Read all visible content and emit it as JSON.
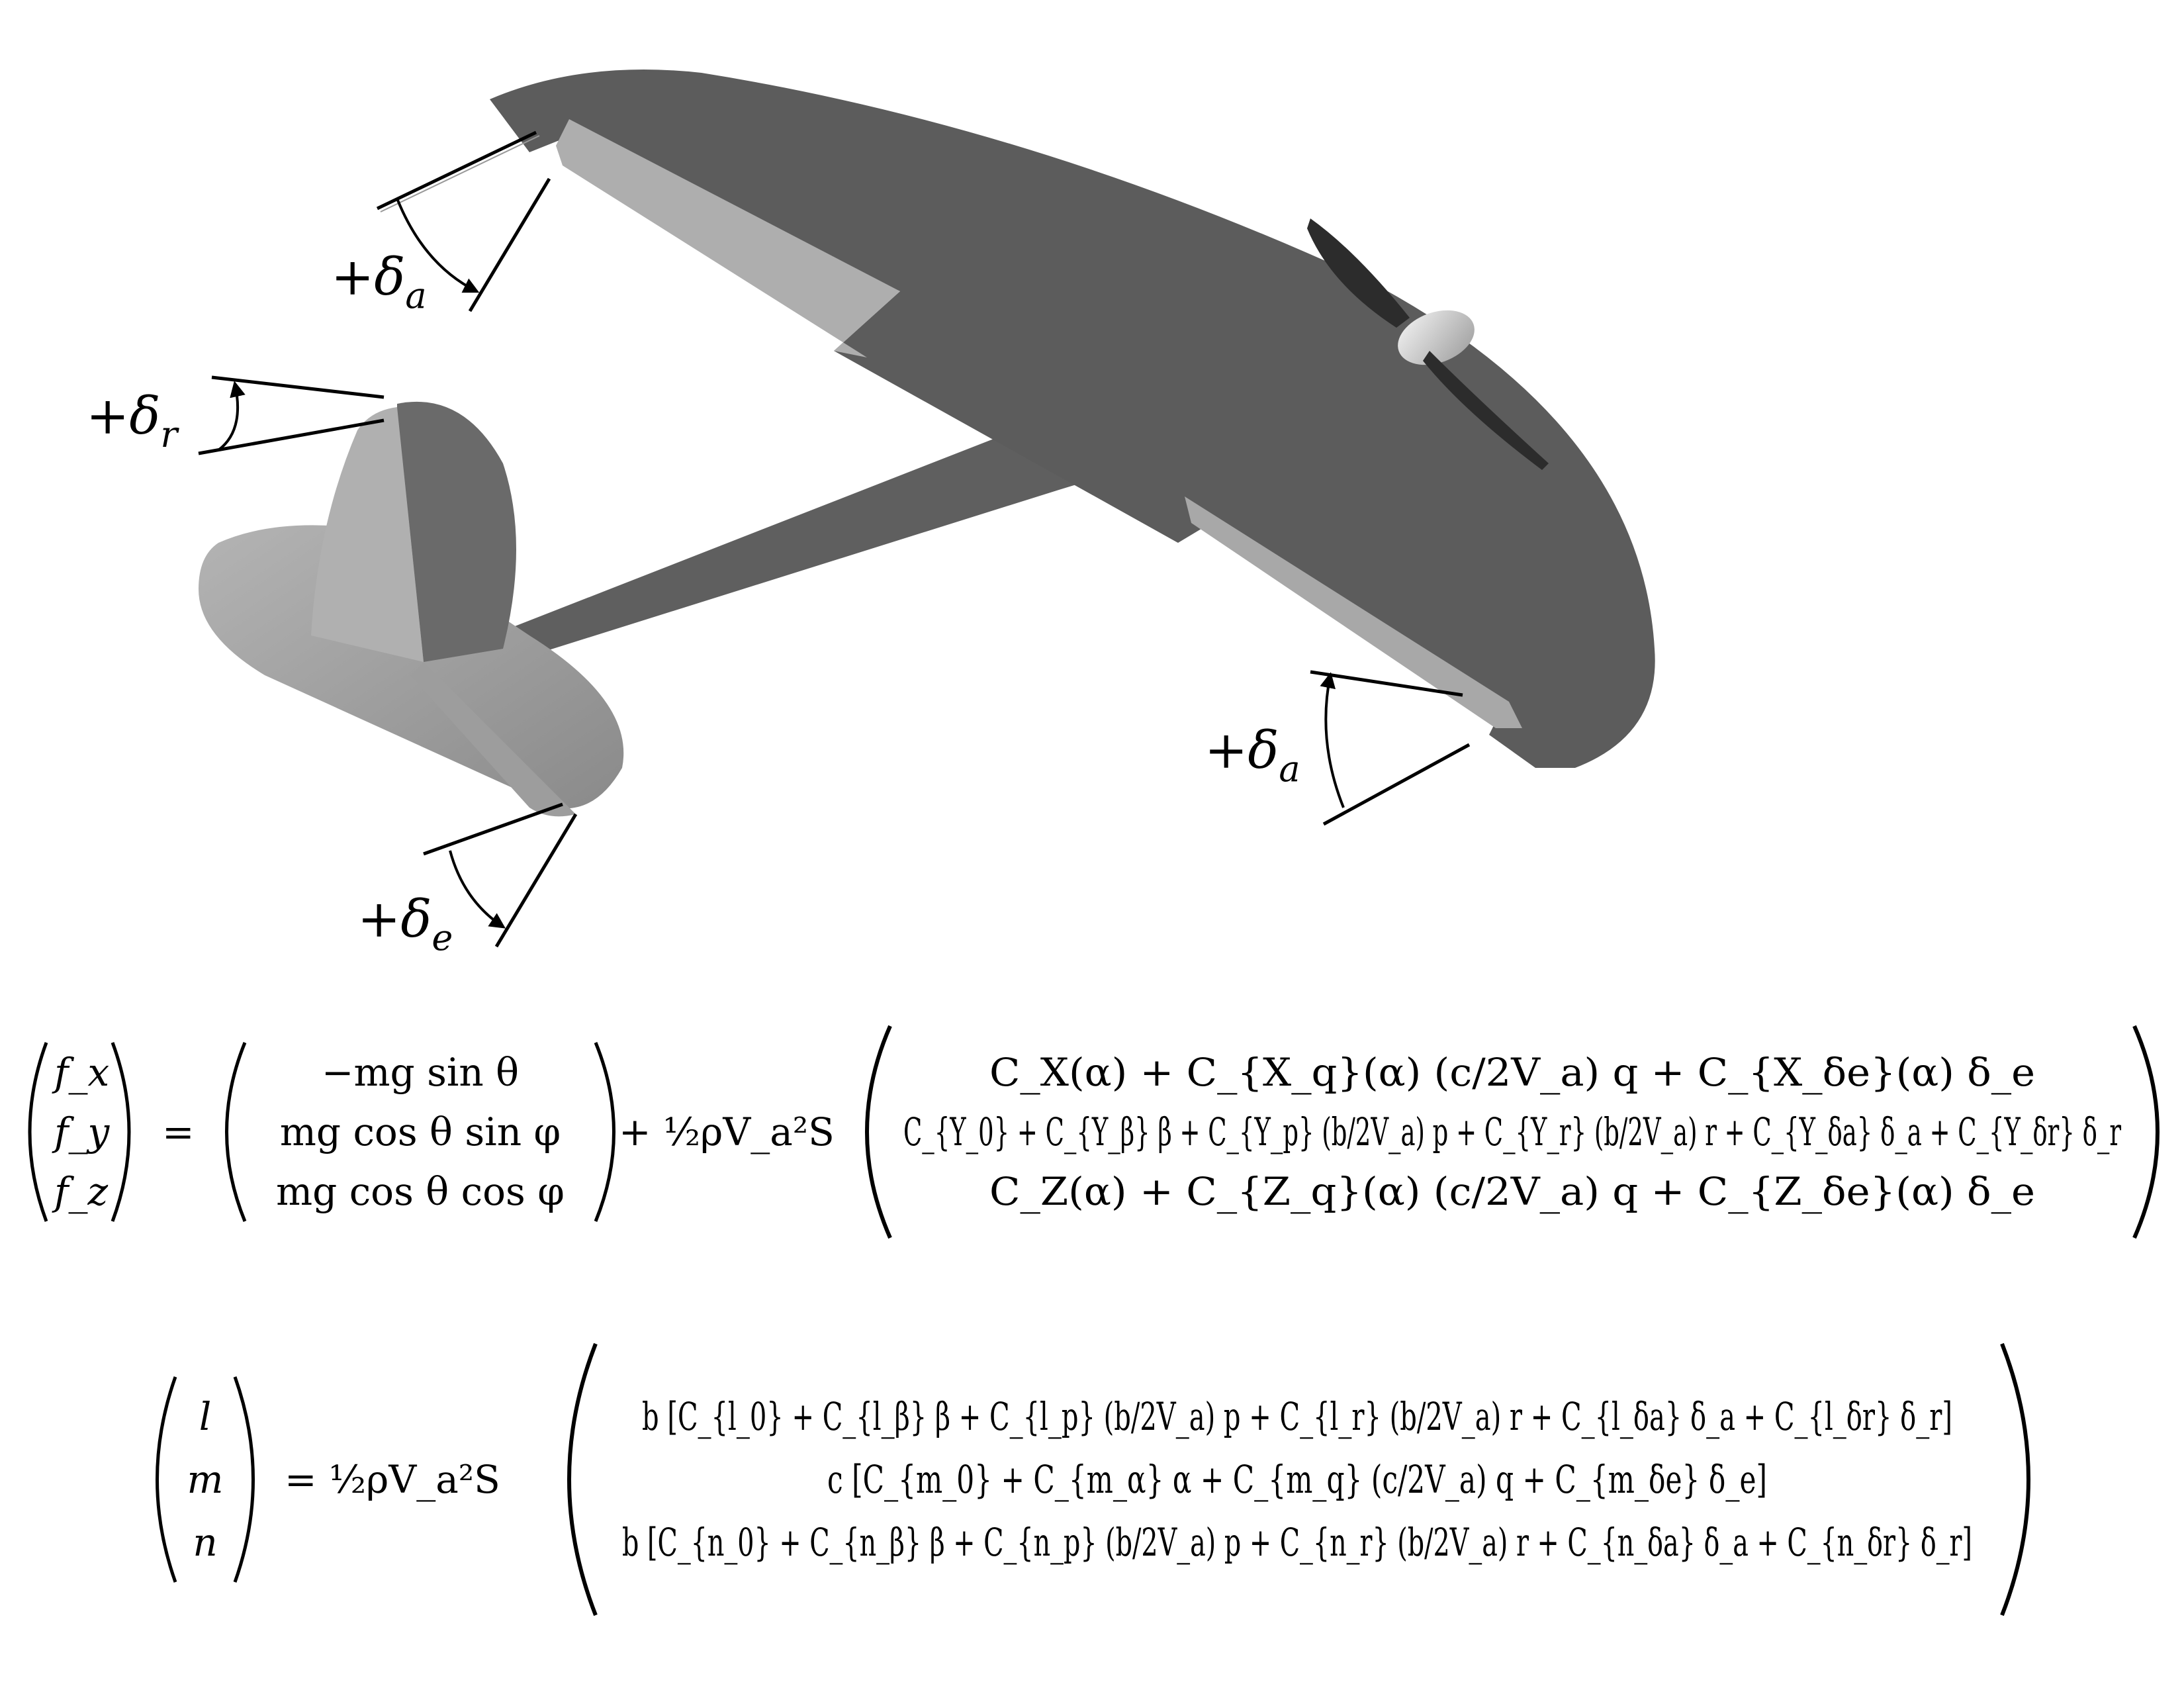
{
  "labels": {
    "aileron_top": {
      "sign": "+",
      "symbol": "δ",
      "subscript": "a"
    },
    "rudder": {
      "sign": "+",
      "symbol": "δ",
      "subscript": "r"
    },
    "elevator": {
      "sign": "+",
      "symbol": "δ",
      "subscript": "e"
    },
    "aileron_bottom": {
      "sign": "+",
      "symbol": "δ",
      "subscript": "a"
    }
  },
  "equations": {
    "forces": {
      "lhs": [
        "f_x",
        "f_y",
        "f_z"
      ],
      "gravity": [
        "−mg sin θ",
        "mg cos θ sin φ",
        "mg cos θ cos φ"
      ],
      "prefactor": "+ ½ρV_a²S",
      "aero": [
        "C_X(α) + C_{X_q}(α) (c/2V_a) q + C_{X_δe}(α) δ_e",
        "C_{Y_0} + C_{Y_β} β + C_{Y_p} (b/2V_a) p + C_{Y_r} (b/2V_a) r + C_{Y_δa} δ_a + C_{Y_δr} δ_r",
        "C_Z(α) + C_{Z_q}(α) (c/2V_a) q + C_{Z_δe}(α) δ_e"
      ]
    },
    "moments": {
      "lhs": [
        "l",
        "m",
        "n"
      ],
      "prefactor": "= ½ρV_a²S",
      "aero": [
        "b [C_{l_0} + C_{l_β} β + C_{l_p} (b/2V_a) p + C_{l_r} (b/2V_a) r + C_{l_δa} δ_a + C_{l_δr} δ_r]",
        "c [C_{m_0} + C_{m_α} α + C_{m_q} (c/2V_a) q + C_{m_δe} δ_e]",
        "b [C_{n_0} + C_{n_β} β + C_{n_p} (b/2V_a) p + C_{n_r} (b/2V_a) r + C_{n_δa} δ_a + C_{n_δr} δ_r]"
      ]
    }
  }
}
